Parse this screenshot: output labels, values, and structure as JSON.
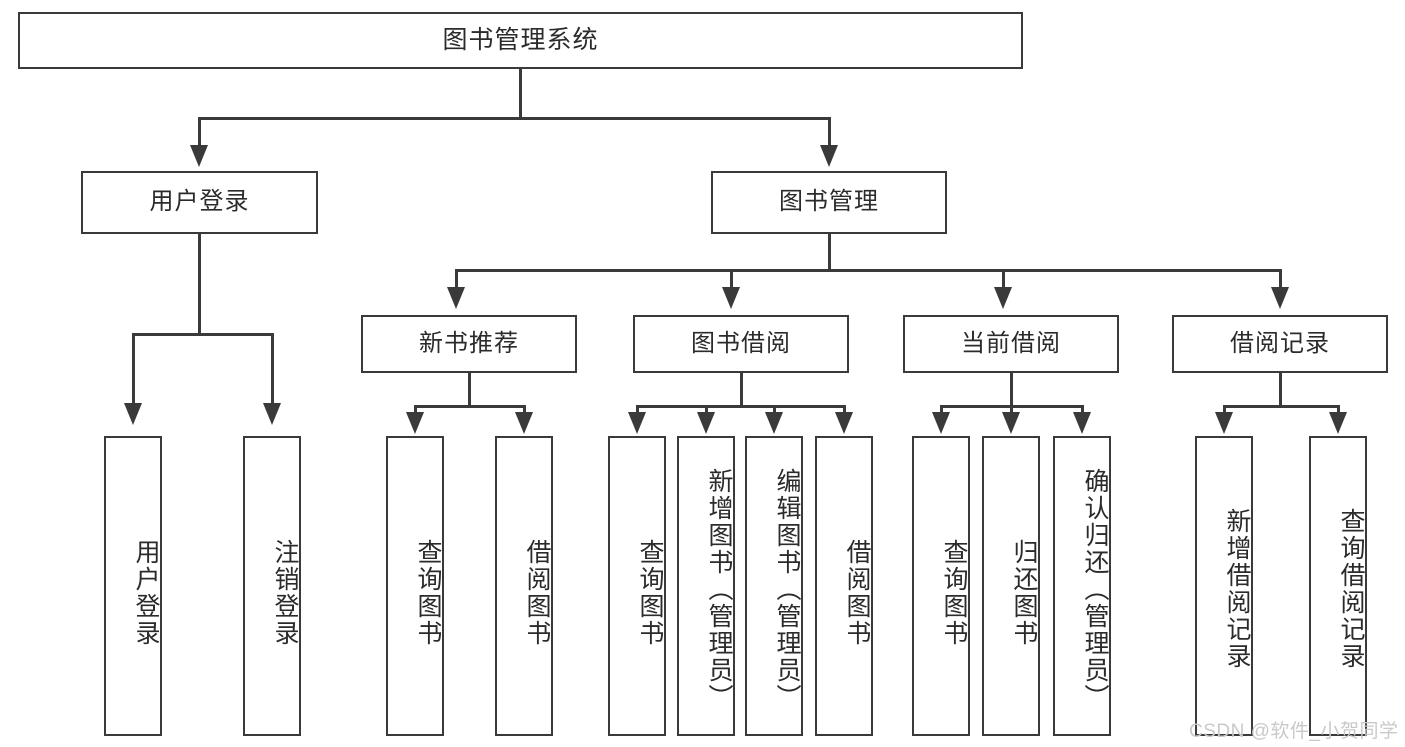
{
  "diagram": {
    "title": "图书管理系统",
    "type": "tree-hierarchy-chart",
    "root": {
      "label": "图书管理系统"
    },
    "level1": [
      {
        "label": "用户登录"
      },
      {
        "label": "图书管理"
      }
    ],
    "level2": [
      {
        "label": "新书推荐"
      },
      {
        "label": "图书借阅"
      },
      {
        "label": "当前借阅"
      },
      {
        "label": "借阅记录"
      }
    ],
    "leaves": {
      "user_login": [
        {
          "label": "用户登录"
        },
        {
          "label": "注销登录"
        }
      ],
      "new_book_recommend": [
        {
          "label": "查询图书"
        },
        {
          "label": "借阅图书"
        }
      ],
      "book_borrow": [
        {
          "label": "查询图书"
        },
        {
          "label": "新增图书（管理员）"
        },
        {
          "label": "编辑图书（管理员）"
        },
        {
          "label": "借阅图书"
        }
      ],
      "current_borrow": [
        {
          "label": "查询图书"
        },
        {
          "label": "归还图书"
        },
        {
          "label": "确认归还（管理员）"
        }
      ],
      "borrow_records": [
        {
          "label": "新增借阅记录"
        },
        {
          "label": "查询借阅记录"
        }
      ]
    }
  },
  "watermark": {
    "text": "CSDN @软件_小贺同学"
  },
  "colors": {
    "stroke": "#3a3a3a",
    "text": "#2b2b2b",
    "background": "#ffffff",
    "watermark": "#c9c9c9"
  }
}
